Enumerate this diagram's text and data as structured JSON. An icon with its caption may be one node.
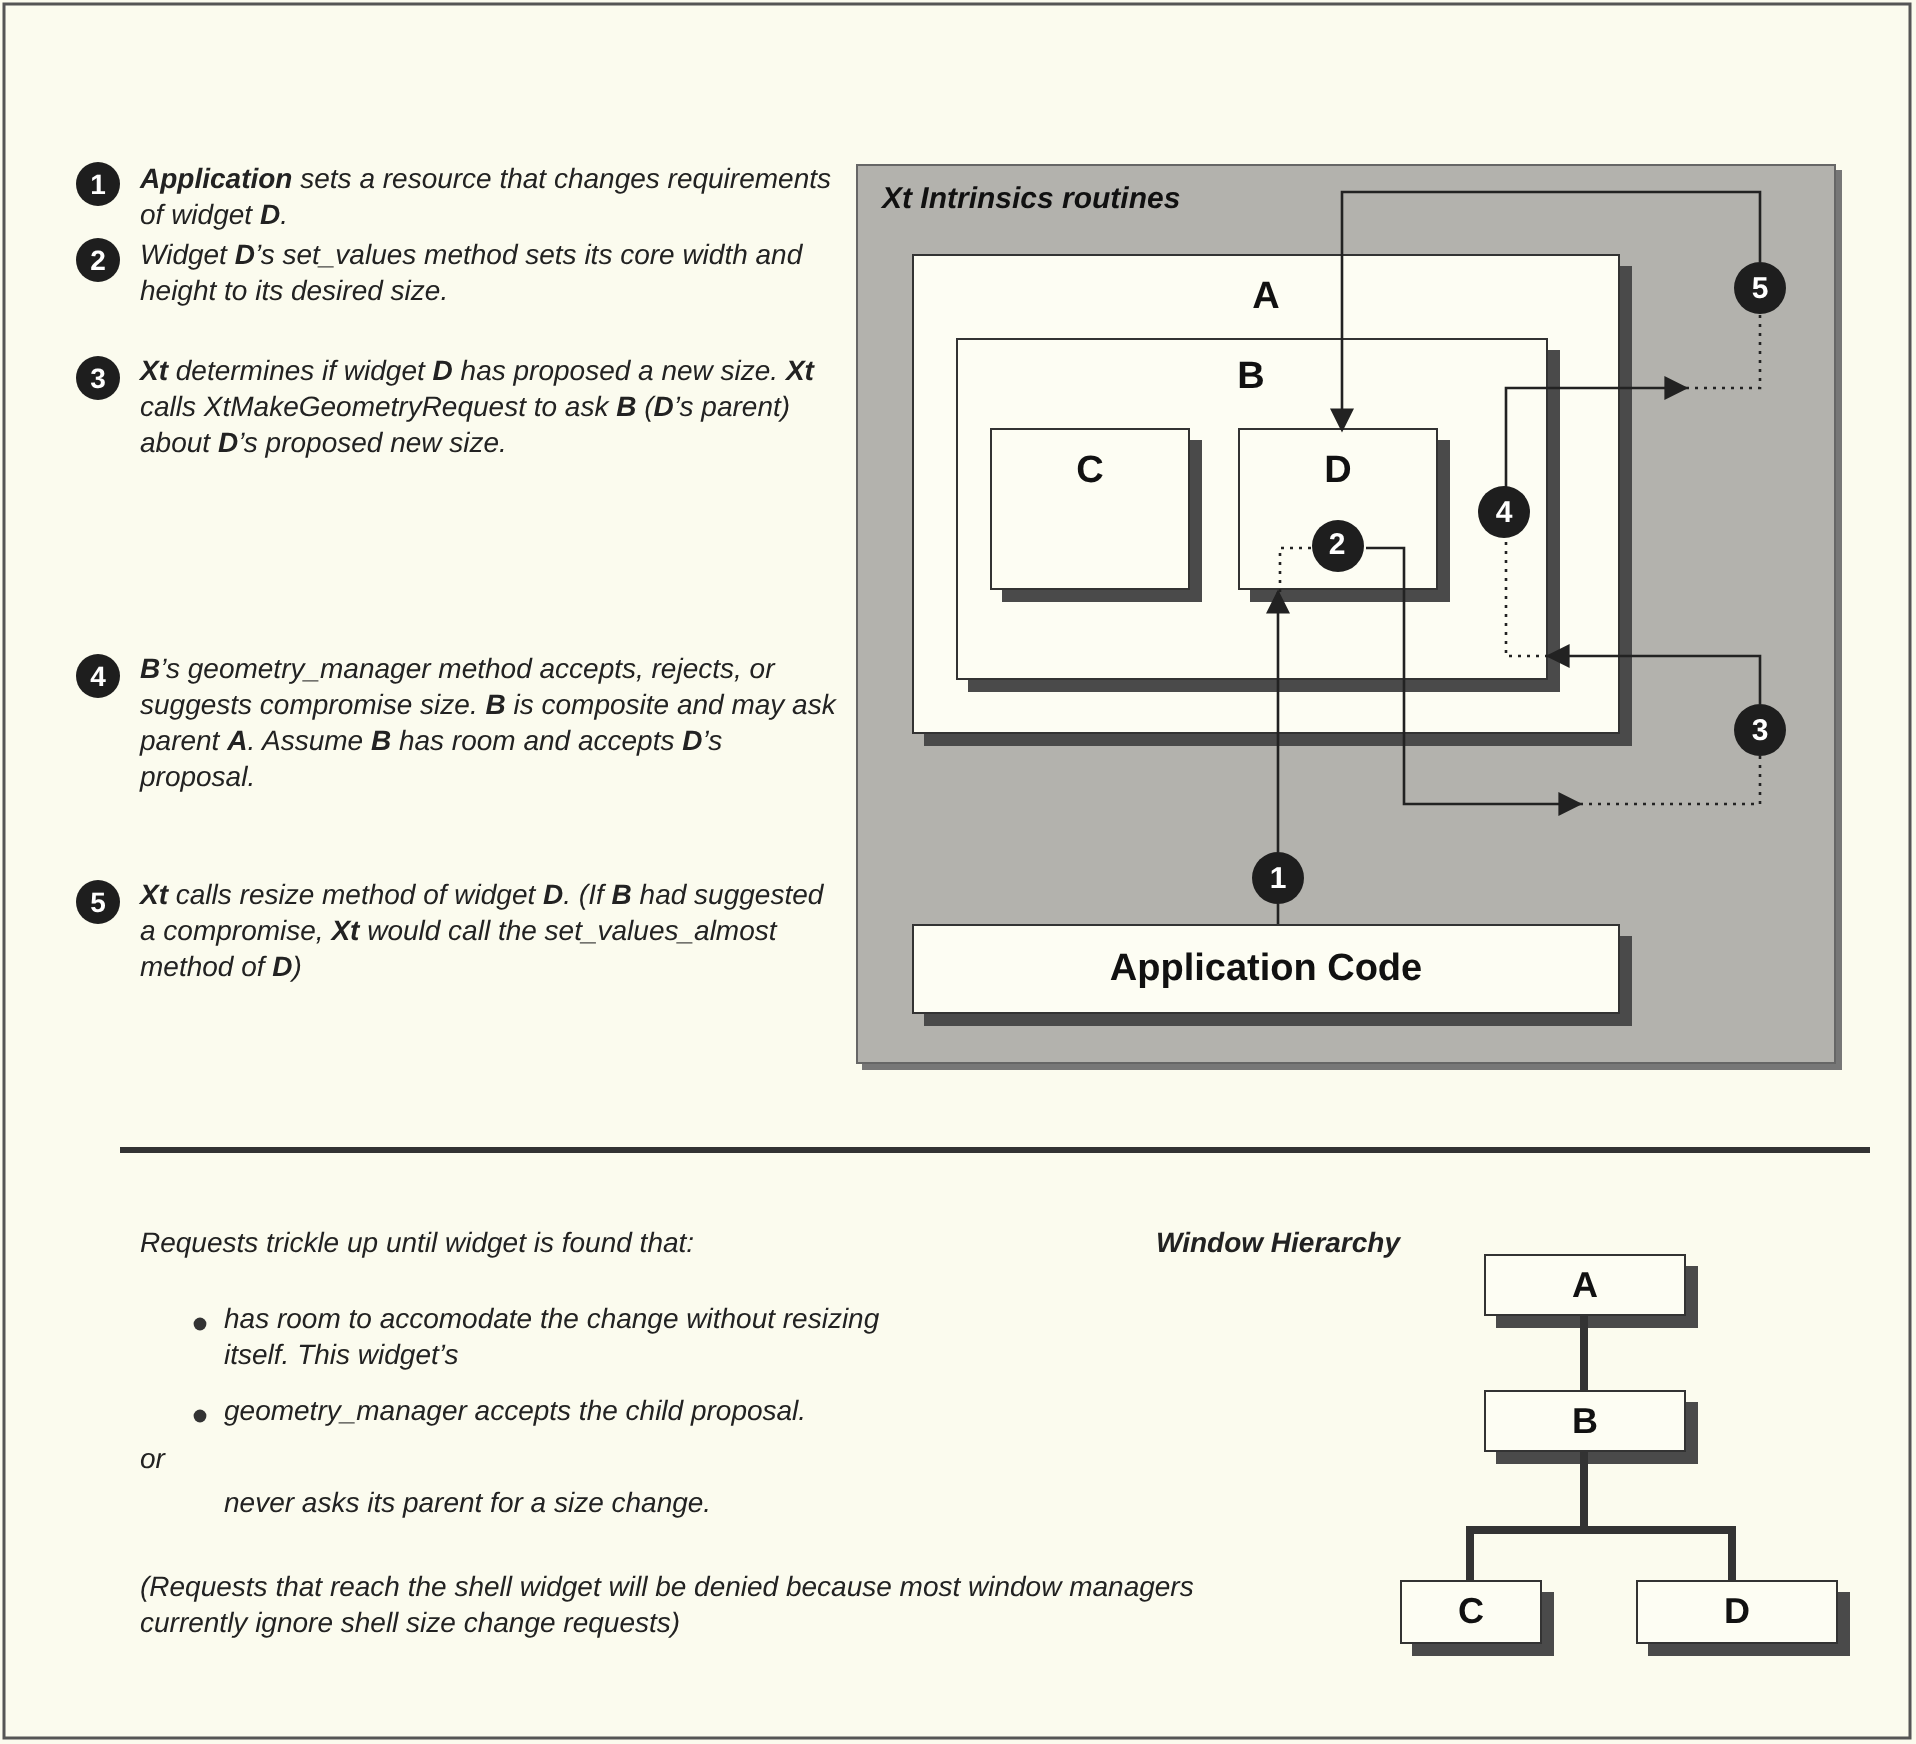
{
  "diagram": {
    "nodes": [
      {
        "text": [
          "Xt Intrinsics routines"
        ]
      },
      {
        "text": [
          "A"
        ],
        "in": 0
      },
      {
        "text": [
          "B"
        ],
        "in": 1
      },
      {
        "text": [
          "C"
        ],
        "in": 2
      },
      {
        "text": [
          "D"
        ],
        "in": 2
      },
      {
        "text": [
          "1"
        ],
        "in": 0
      },
      {
        "text": [
          "2"
        ],
        "in": 4
      },
      {
        "text": [
          "3"
        ],
        "in": 0
      },
      {
        "text": [
          "4"
        ],
        "in": 2
      },
      {
        "text": [
          "5"
        ],
        "in": 0
      },
      {
        "text": [
          "Application Code"
        ],
        "in": 0
      },
      {
        "text": [
          "A"
        ]
      },
      {
        "text": [
          "B"
        ]
      },
      {
        "text": [
          "C"
        ]
      },
      {
        "text": [
          "D"
        ]
      }
    ],
    "edges": [
      {
        "from": 10,
        "to": 5,
        "arrow": "none"
      },
      {
        "from": 5,
        "to": 4,
        "arrow": "to"
      },
      {
        "from": 4,
        "to": 6,
        "arrow": "none",
        "style": "dashed"
      },
      {
        "from": 6,
        "to": null,
        "arrow": "to"
      },
      {
        "from": null,
        "to": 7,
        "arrow": "none",
        "style": "dashed"
      },
      {
        "from": 7,
        "to": 2,
        "arrow": "to"
      },
      {
        "from": 2,
        "to": 8,
        "arrow": "none",
        "style": "dashed"
      },
      {
        "from": 8,
        "to": null,
        "arrow": "to"
      },
      {
        "from": null,
        "to": 9,
        "arrow": "none",
        "style": "dashed"
      },
      {
        "from": 9,
        "to": 4,
        "arrow": "to"
      },
      {
        "from": 11,
        "to": 12,
        "arrow": "none",
        "style": "thick"
      },
      {
        "from": 12,
        "to": 13,
        "arrow": "none",
        "style": "thick"
      },
      {
        "from": 12,
        "to": 14,
        "arrow": "none",
        "style": "thick"
      }
    ],
    "labels": [
      "1",
      "**Application** sets a resource that changes requirements of widget **D**.",
      "2",
      "Widget **D**’s set_values method sets its core width and height to its desired size.",
      "3",
      "**Xt** determines if widget **D** has proposed a new size. **Xt** calls XtMakeGeometryRequest to ask **B** (**D**’s parent) about **D**’s proposed new size.",
      "4",
      "**B**’s geometry_manager method accepts, rejects, or suggests compromise size. **B** is composite and may ask parent **A**. Assume **B** has room and accepts **D**’s proposal.",
      "5",
      "**Xt** calls resize method of widget **D**. (If **B** had suggested a compromise, **Xt** would call the set_values_almost method of **D**)",
      "Requests trickle up until widget is found that:",
      "has room to accomodate the change without resizing itself. This widget’s",
      "geometry_manager accepts the child proposal.",
      "or",
      "never asks its parent for a size change.",
      "(Requests that reach the shell widget will be denied because most window managers currently ignore shell size change requests)",
      "Window Hierarchy"
    ]
  }
}
